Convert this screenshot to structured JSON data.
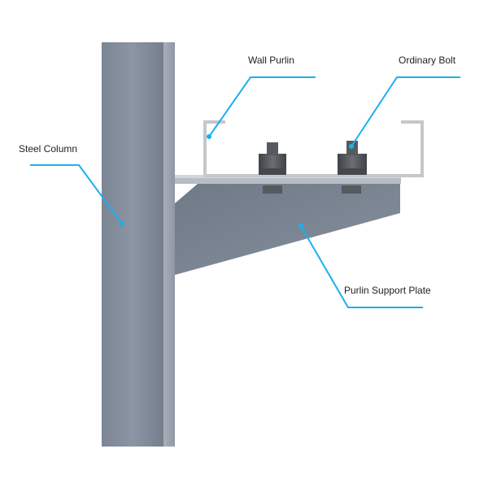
{
  "labels": {
    "steel_column": "Steel Column",
    "wall_purlin": "Wall Purlin",
    "ordinary_bolt": "Ordinary Bolt",
    "purlin_support_plate": "Purlin Support Plate"
  },
  "colors": {
    "leader_line": "#1ab0ee",
    "steel": "#7d8795",
    "purlin": "#c4c7cb",
    "bolt": "#4e5257"
  }
}
